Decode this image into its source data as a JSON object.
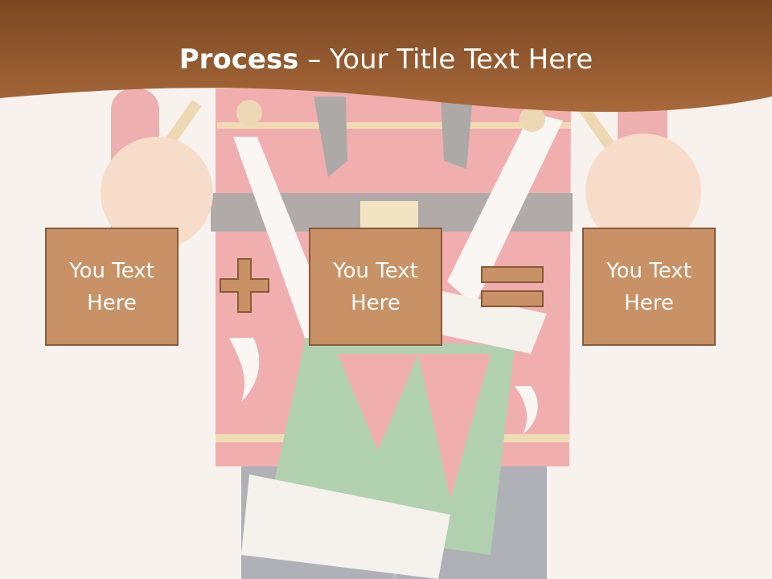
{
  "slide": {
    "title_bold": "Process",
    "title_rest": " – Your Title Text Here"
  },
  "boxes": [
    {
      "text": "You Text Here"
    },
    {
      "text": "You Text Here"
    },
    {
      "text": "You Text Here"
    }
  ],
  "operators": [
    "plus-icon",
    "equals-icon"
  ],
  "colors": {
    "header": "#9a5f2f",
    "box_fill": "#c89266",
    "box_border": "#8a5a38",
    "background": "#f8f2ef"
  }
}
